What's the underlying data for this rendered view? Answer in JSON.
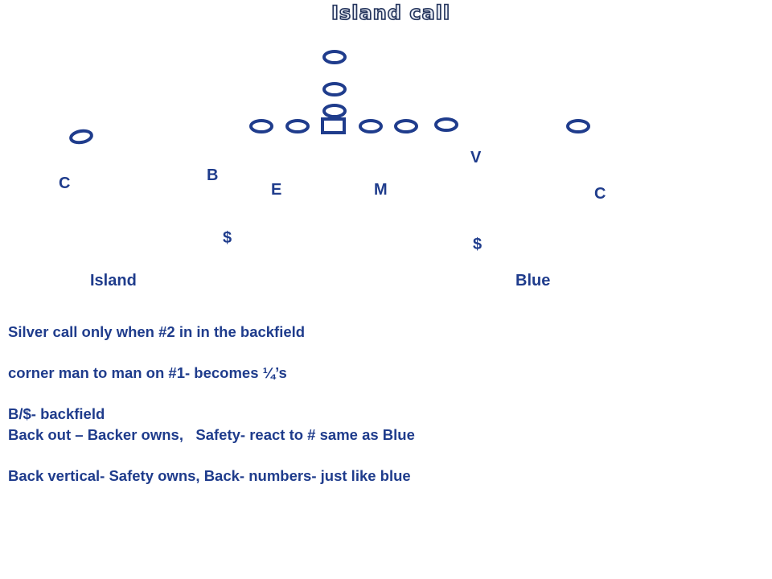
{
  "title": "Island call",
  "defenders": [
    {
      "label": "C",
      "name": "corner-left"
    },
    {
      "label": "B",
      "name": "backer-b"
    },
    {
      "label": "E",
      "name": "end-e"
    },
    {
      "label": "M",
      "name": "mike-m"
    },
    {
      "label": "V",
      "name": "v-backer"
    },
    {
      "label": "C",
      "name": "corner-right"
    },
    {
      "label": "$",
      "name": "safety-left"
    },
    {
      "label": "$",
      "name": "safety-right"
    }
  ],
  "sides": {
    "left": "Island",
    "right": "Blue"
  },
  "notes": [
    "Silver call only when #2 in in the backfield",
    "corner man to man on #1- becomes ¼’s",
    "B/$- backfield",
    "Back out – Backer owns,   Safety- react to # same as Blue",
    "Back vertical- Safety owns, Back- numbers- just like blue"
  ],
  "colors": {
    "text": "#1f3c8c",
    "player_stroke": "#1f3c8c",
    "title_fill": "#e9edf5",
    "title_outline": "#24345c"
  }
}
